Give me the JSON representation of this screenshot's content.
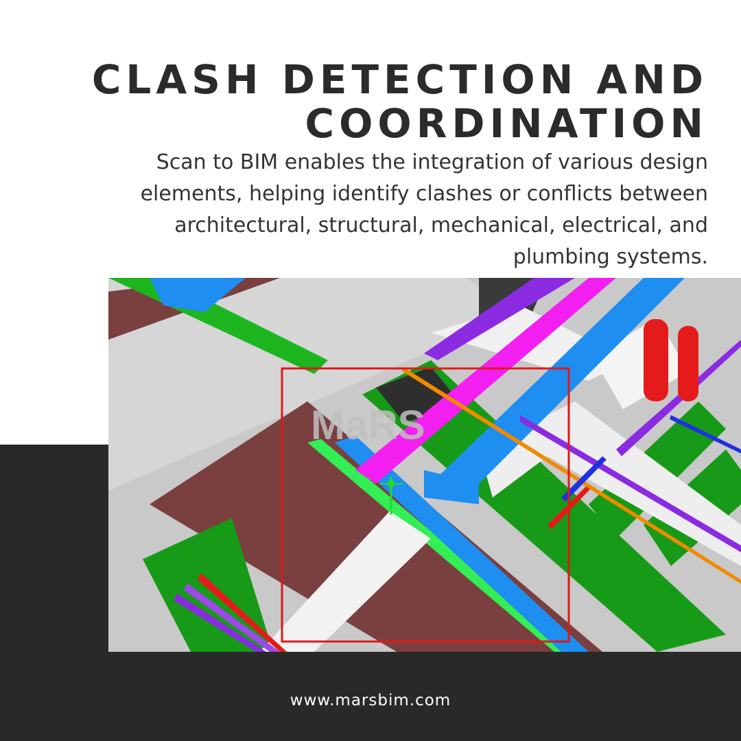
{
  "header": {
    "title_line1": "CLASH DETECTION AND",
    "title_line2": "COORDINATION",
    "description": "Scan to BIM enables the integration of various design elements, helping identify clashes or conflicts between architectural, structural, mechanical, electrical, and plumbing systems."
  },
  "image": {
    "watermark": "MaRS",
    "clash_marker_color": "#e01818"
  },
  "footer": {
    "url": "www.marsbim.com"
  },
  "colors": {
    "dark": "#292929",
    "duct_magenta": "#f21ff0",
    "duct_blue": "#1e8ef0",
    "structure_green": "#179a17",
    "beam_brown": "#7a3f3f",
    "pipe_purple": "#8a2be2",
    "pipe_red": "#e51b1b",
    "pipe_orange": "#f08a00"
  }
}
